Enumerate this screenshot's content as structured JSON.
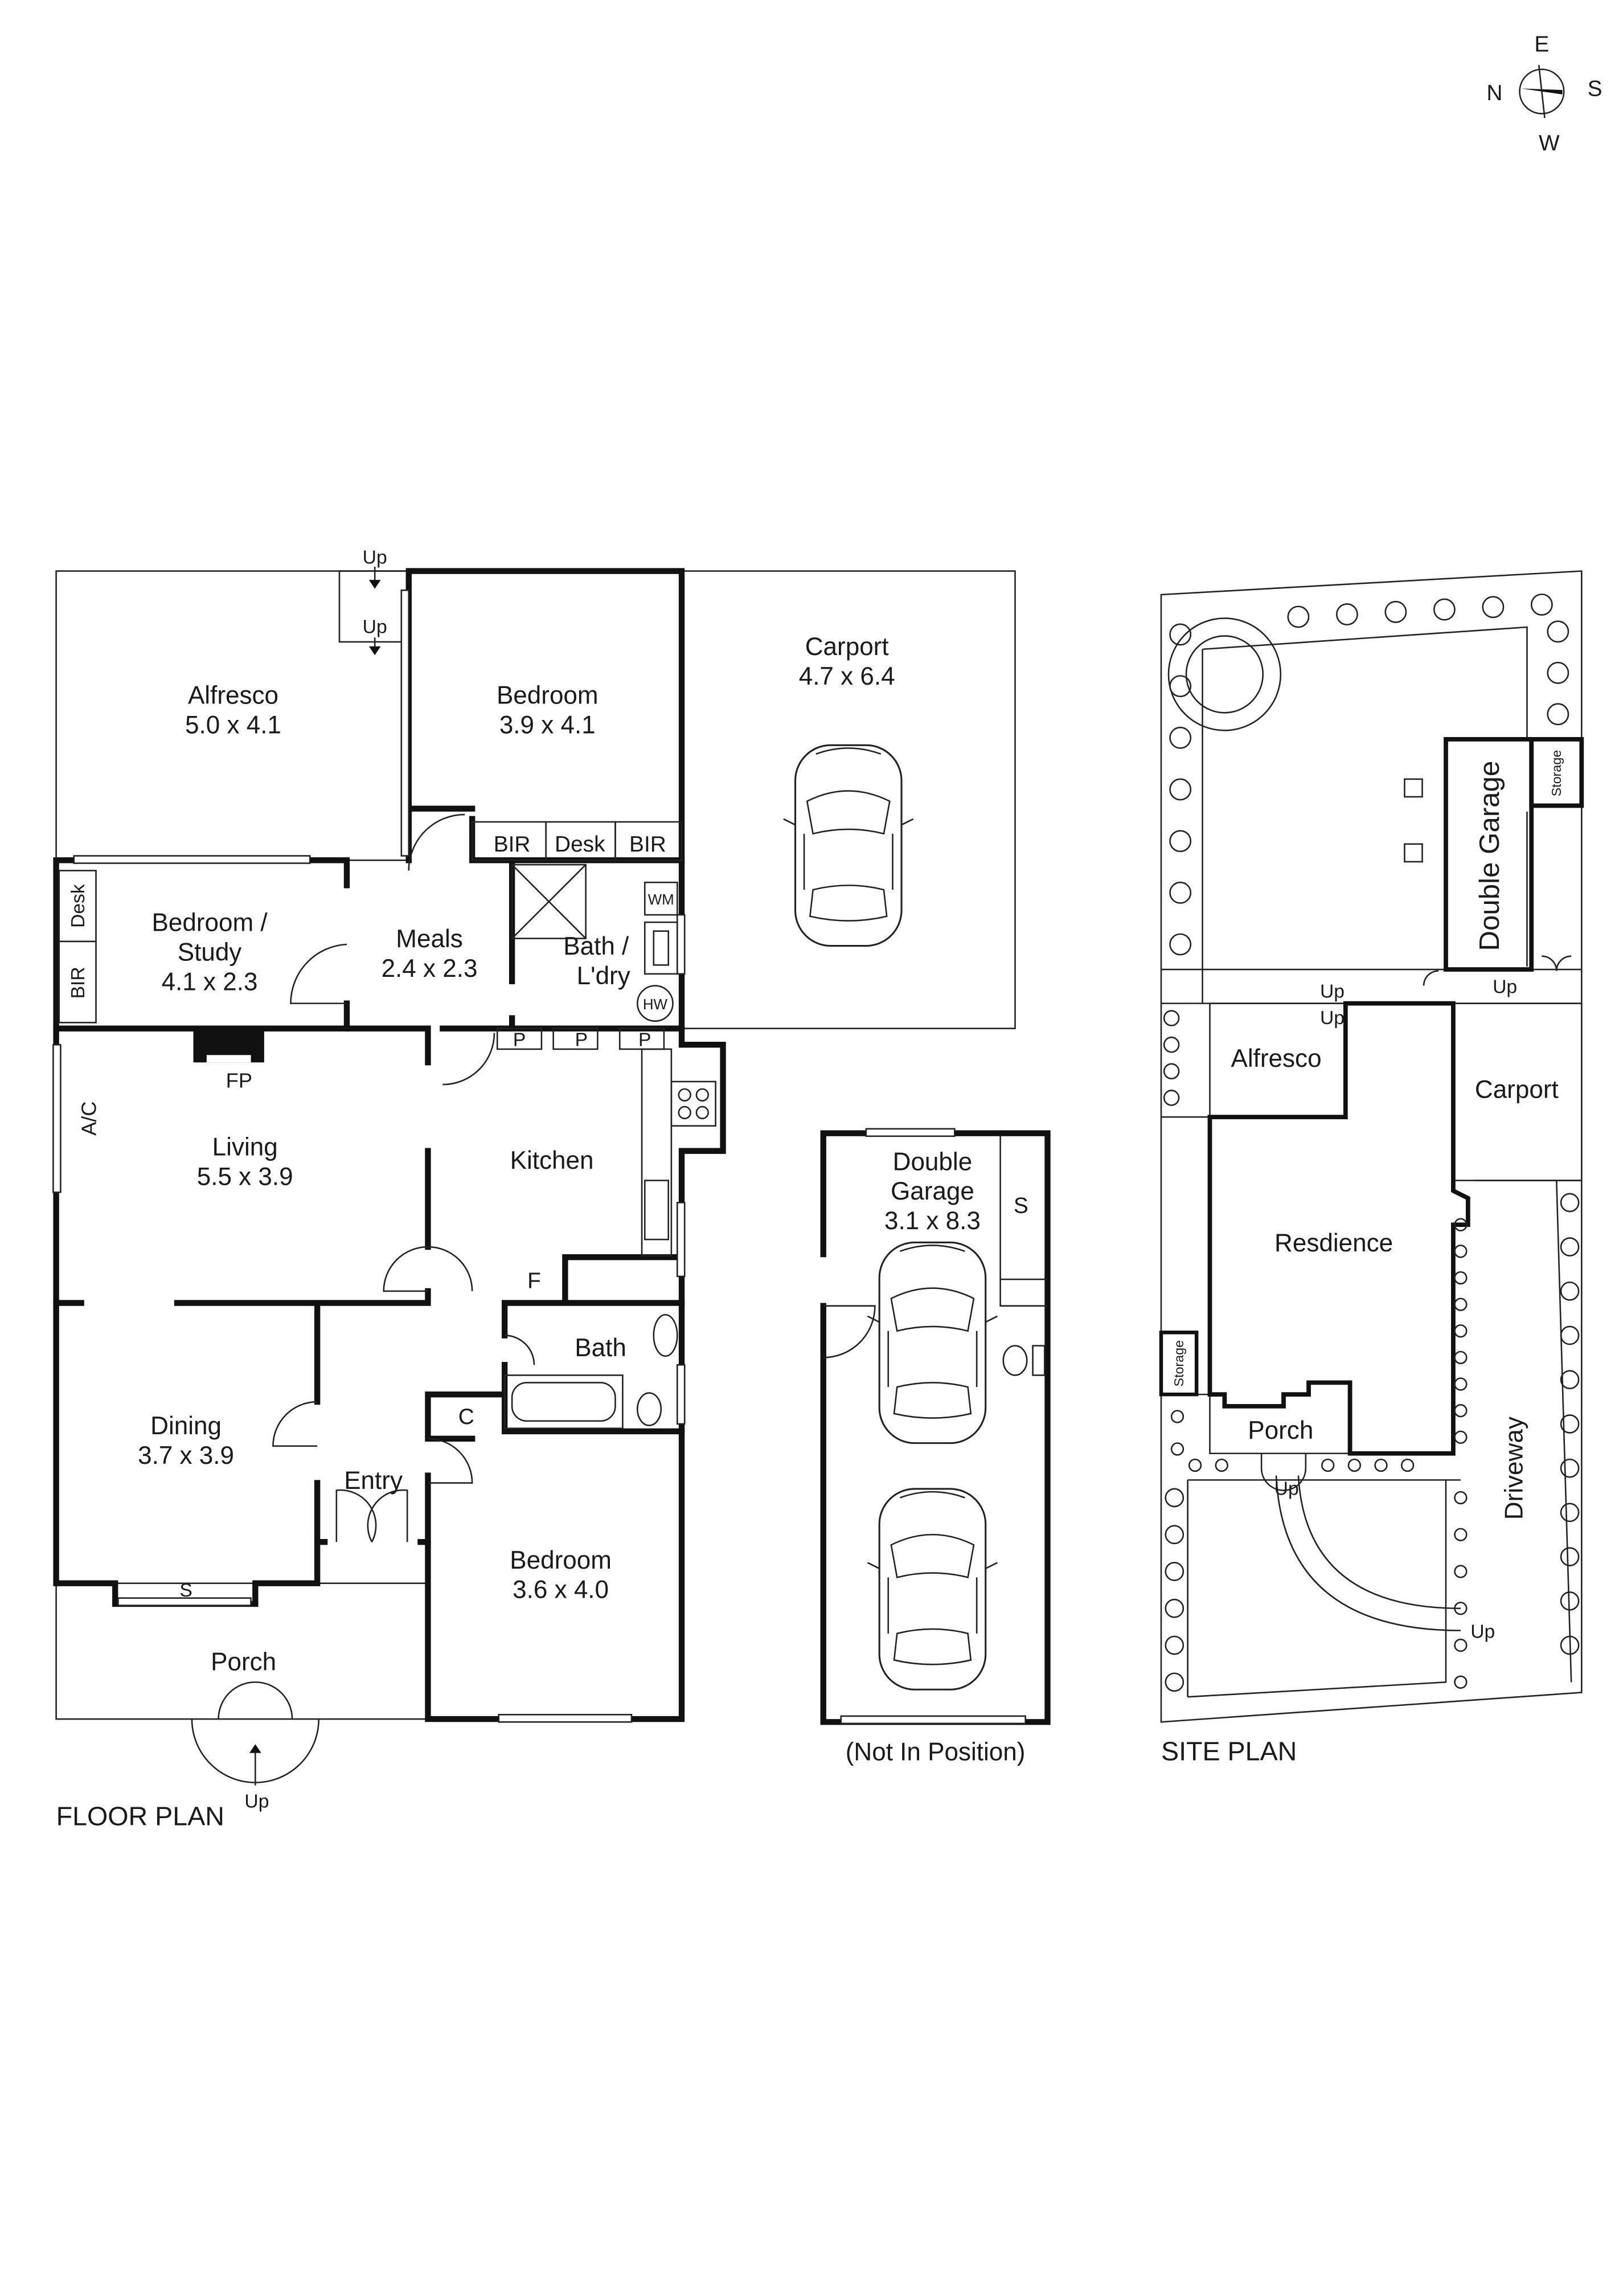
{
  "floor_plan": {
    "title": "FLOOR PLAN",
    "rooms": {
      "alfresco": {
        "name": "Alfresco",
        "dims": "5.0 x 4.1"
      },
      "bedroom1": {
        "name": "Bedroom",
        "dims": "3.9 x 4.1"
      },
      "carport": {
        "name": "Carport",
        "dims": "4.7 x 6.4"
      },
      "bedroom_study": {
        "name1": "Bedroom /",
        "name2": "Study",
        "dims": "4.1 x 2.3"
      },
      "meals": {
        "name": "Meals",
        "dims": "2.4 x 2.3"
      },
      "bath_laundry": {
        "name1": "Bath /",
        "name2": "L'dry"
      },
      "living": {
        "name": "Living",
        "dims": "5.5 x 3.9"
      },
      "kitchen": {
        "name": "Kitchen"
      },
      "bath": {
        "name": "Bath"
      },
      "dining": {
        "name": "Dining",
        "dims": "3.7 x 3.9"
      },
      "entry": {
        "name": "Entry"
      },
      "bedroom2": {
        "name": "Bedroom",
        "dims": "3.6 x 4.0"
      },
      "porch": {
        "name": "Porch"
      }
    },
    "fixtures": {
      "up": "Up",
      "bir": "BIR",
      "desk": "Desk",
      "wm": "WM",
      "hw": "HW",
      "pantry": "P",
      "fireplace": "FP",
      "ac": "A/C",
      "fridge": "F",
      "cupboard": "C",
      "shelf": "S"
    }
  },
  "garage_plan": {
    "name1": "Double",
    "name2": "Garage",
    "dims": "3.1 x 8.3",
    "storage": "S",
    "note": "(Not In Position)"
  },
  "site_plan": {
    "title": "SITE PLAN",
    "labels": {
      "double_garage": "Double Garage",
      "storage": "Storage",
      "alfresco": "Alfresco",
      "carport": "Carport",
      "residence": "Resdience",
      "porch": "Porch",
      "driveway": "Driveway",
      "up": "Up"
    }
  },
  "compass": {
    "n": "N",
    "e": "E",
    "s": "S",
    "w": "W"
  }
}
